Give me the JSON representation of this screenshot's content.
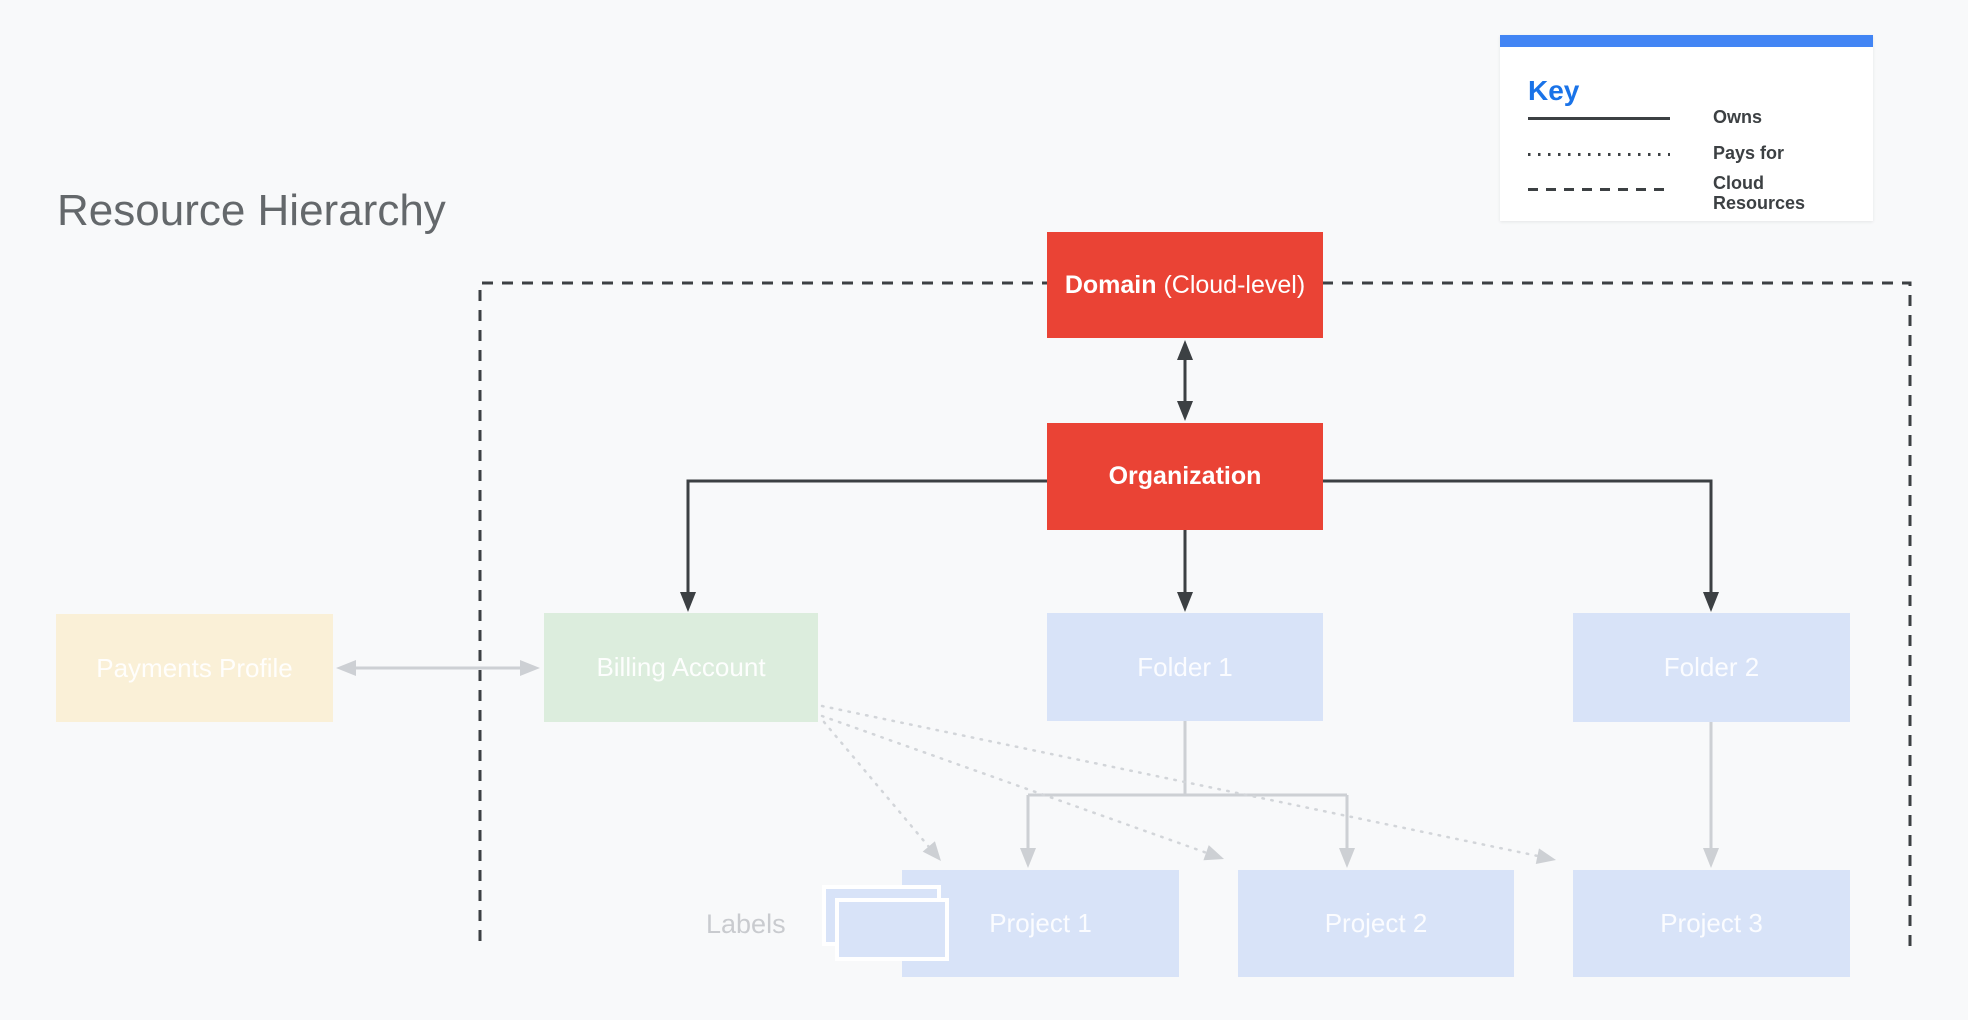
{
  "title": "Resource Hierarchy",
  "legend": {
    "title": "Key",
    "items": [
      {
        "style": "solid",
        "label": "Owns"
      },
      {
        "style": "dotted",
        "label": "Pays for"
      },
      {
        "style": "dashed",
        "label": "Cloud Resources"
      }
    ]
  },
  "nodes": {
    "domain": {
      "label_bold": "Domain",
      "label_rest": " (Cloud-level)",
      "color": "#EA4335"
    },
    "organization": {
      "label": "Organization",
      "color": "#EA4335"
    },
    "payments_profile": {
      "label": "Payments Profile",
      "color": "#FAF0D7"
    },
    "billing_account": {
      "label": "Billing Account",
      "color": "#DCEDDD"
    },
    "folder_1": {
      "label": "Folder 1",
      "color": "#D8E3F8"
    },
    "folder_2": {
      "label": "Folder 2",
      "color": "#D8E3F8"
    },
    "project_1": {
      "label": "Project 1",
      "color": "#D8E3F8"
    },
    "project_2": {
      "label": "Project 2",
      "color": "#D8E3F8"
    },
    "project_3": {
      "label": "Project 3",
      "color": "#D8E3F8"
    }
  },
  "annotations": {
    "labels_caption": "Labels"
  },
  "theme": {
    "bg": "#F8F9FA",
    "red": "#EA4335",
    "blue_box": "#D8E3F8",
    "green_box": "#DCEDDD",
    "cream_box": "#FAF0D7",
    "key_bar_blue": "#4285F4",
    "key_title_blue": "#1A73E8",
    "dark_line": "#3C4043",
    "light_line": "#CDD0D4",
    "dotted_line": "#D2D5D9",
    "title_gray": "#64686B",
    "labels_gray": "#C9CBCF"
  }
}
